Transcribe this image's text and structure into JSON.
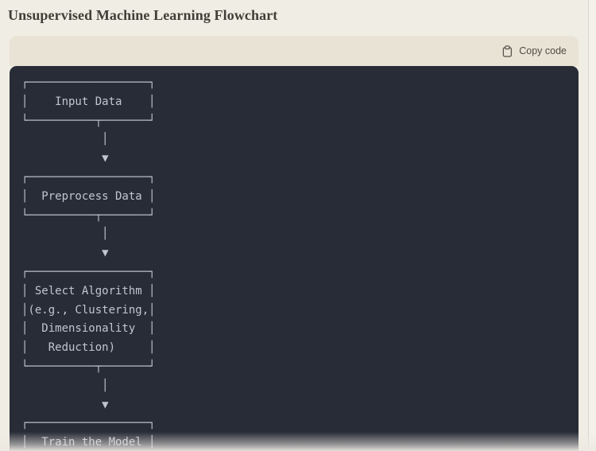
{
  "page": {
    "title": "Unsupervised Machine Learning Flowchart"
  },
  "code_block": {
    "copy_button": {
      "label": "Copy code",
      "icon": "clipboard-icon"
    },
    "content": "┌──────────────────┐\n│    Input Data    │\n└──────────┬───────┘\n            │\n            ▼\n┌──────────────────┐\n│  Preprocess Data │\n└──────────┬───────┘\n            │\n            ▼\n┌──────────────────┐\n│ Select Algorithm │\n│(e.g., Clustering,│\n│  Dimensionality  │\n│   Reduction)     │\n└──────────┬───────┘\n            │\n            ▼\n┌──────────────────┐\n│  Train the Model │",
    "flow_steps": [
      "Input Data",
      "Preprocess Data",
      "Select Algorithm (e.g., Clustering, Dimensionality Reduction)",
      "Train the Model"
    ]
  },
  "colors": {
    "page_bg": "#f0ede4",
    "code_header_bg": "#e9e3d5",
    "code_bg": "#282c37",
    "code_text": "#c0c6d1",
    "title_text": "#403f37",
    "copy_button_text": "#4c4b42"
  }
}
